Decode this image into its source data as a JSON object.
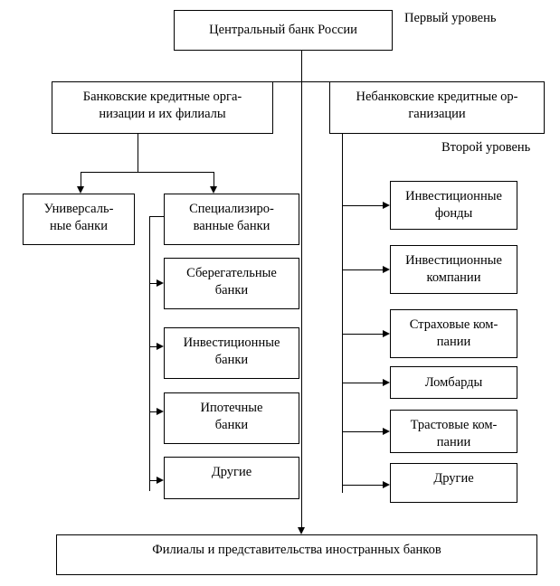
{
  "diagram": {
    "title_box": {
      "label": "Центральный банк России"
    },
    "level_labels": {
      "first": "Первый уровень",
      "second": "Второй уровень"
    },
    "branches": {
      "banking": {
        "label": "Банковские кредитные орга-\nнизации и их филиалы"
      },
      "nonbanking": {
        "label": "Небанковские кредитные ор-\nганизации"
      }
    },
    "banking_children": [
      {
        "label": "Универсаль-\nные банки"
      },
      {
        "label": "Специализиро-\nванные банки"
      }
    ],
    "specialized_children": [
      {
        "label": "Сберегательные\nбанки"
      },
      {
        "label": "Инвестиционные\nбанки"
      },
      {
        "label": "Ипотечные\nбанки"
      },
      {
        "label": "Другие"
      }
    ],
    "nonbanking_children": [
      {
        "label": "Инвестиционные\nфонды"
      },
      {
        "label": "Инвестиционные\nкомпании"
      },
      {
        "label": "Страховые ком-\nпании"
      },
      {
        "label": "Ломбарды"
      },
      {
        "label": "Трастовые ком-\nпании"
      },
      {
        "label": "Другие"
      }
    ],
    "footer_box": {
      "label": "Филиалы и представительства иностранных банков"
    },
    "colors": {
      "line": "#000000",
      "text": "#000000",
      "background": "#ffffff"
    }
  }
}
